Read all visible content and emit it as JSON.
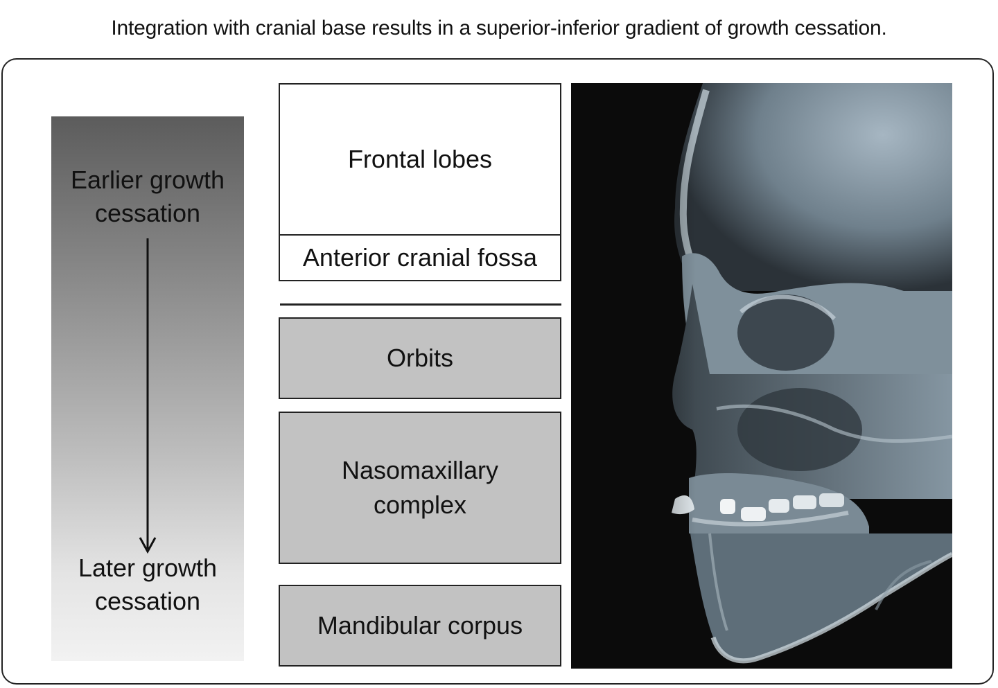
{
  "caption": "Integration with cranial base results in a superior-inferior gradient of growth cessation.",
  "gradient": {
    "top_label": "Earlier growth cessation",
    "bottom_label": "Later growth cessation",
    "top_color": "#5c5c5c",
    "bottom_color": "#f2f2f2"
  },
  "regions": {
    "frontal_lobes": "Frontal lobes",
    "anterior_cranial_fossa": "Anterior cranial fossa",
    "orbits": "Orbits",
    "nasomaxillary_complex": "Nasomaxillary complex",
    "mandibular_corpus": "Mandibular corpus"
  },
  "colors": {
    "cranial_boxes": "#ffffff",
    "facial_boxes": "#c2c2c2"
  },
  "image": {
    "icon": "lateral-skull-xray-icon"
  }
}
